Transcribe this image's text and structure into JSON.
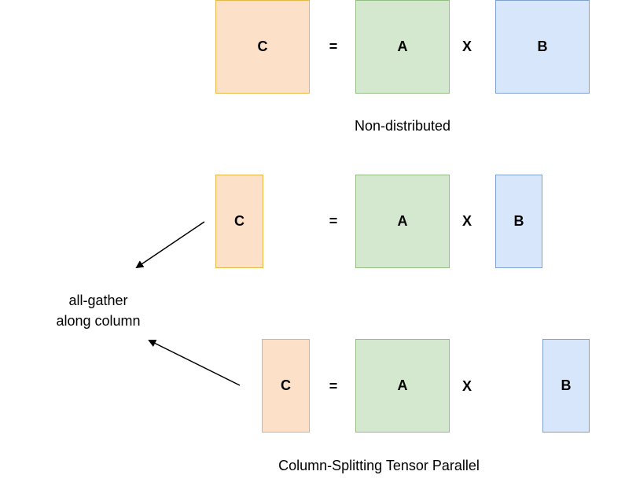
{
  "colors": {
    "c_fill": "#fce0c8",
    "c_border": "#e8b84a",
    "a_fill": "#d4e8cf",
    "a_border": "#93bd84",
    "b_fill": "#d8e6fb",
    "b_border": "#7ea1d2",
    "arrow": "#000000"
  },
  "non_distributed": {
    "c": "C",
    "eq": "=",
    "a": "A",
    "times": "X",
    "b": "B",
    "caption": "Non-distributed"
  },
  "split_row_1": {
    "c": "C",
    "eq": "=",
    "a": "A",
    "times": "X",
    "b": "B"
  },
  "split_row_2": {
    "c": "C",
    "eq": "=",
    "a": "A",
    "times": "X",
    "b": "B"
  },
  "gather_label": {
    "line1": "all-gather",
    "line2": "along column"
  },
  "split_caption": "Column-Splitting Tensor Parallel"
}
